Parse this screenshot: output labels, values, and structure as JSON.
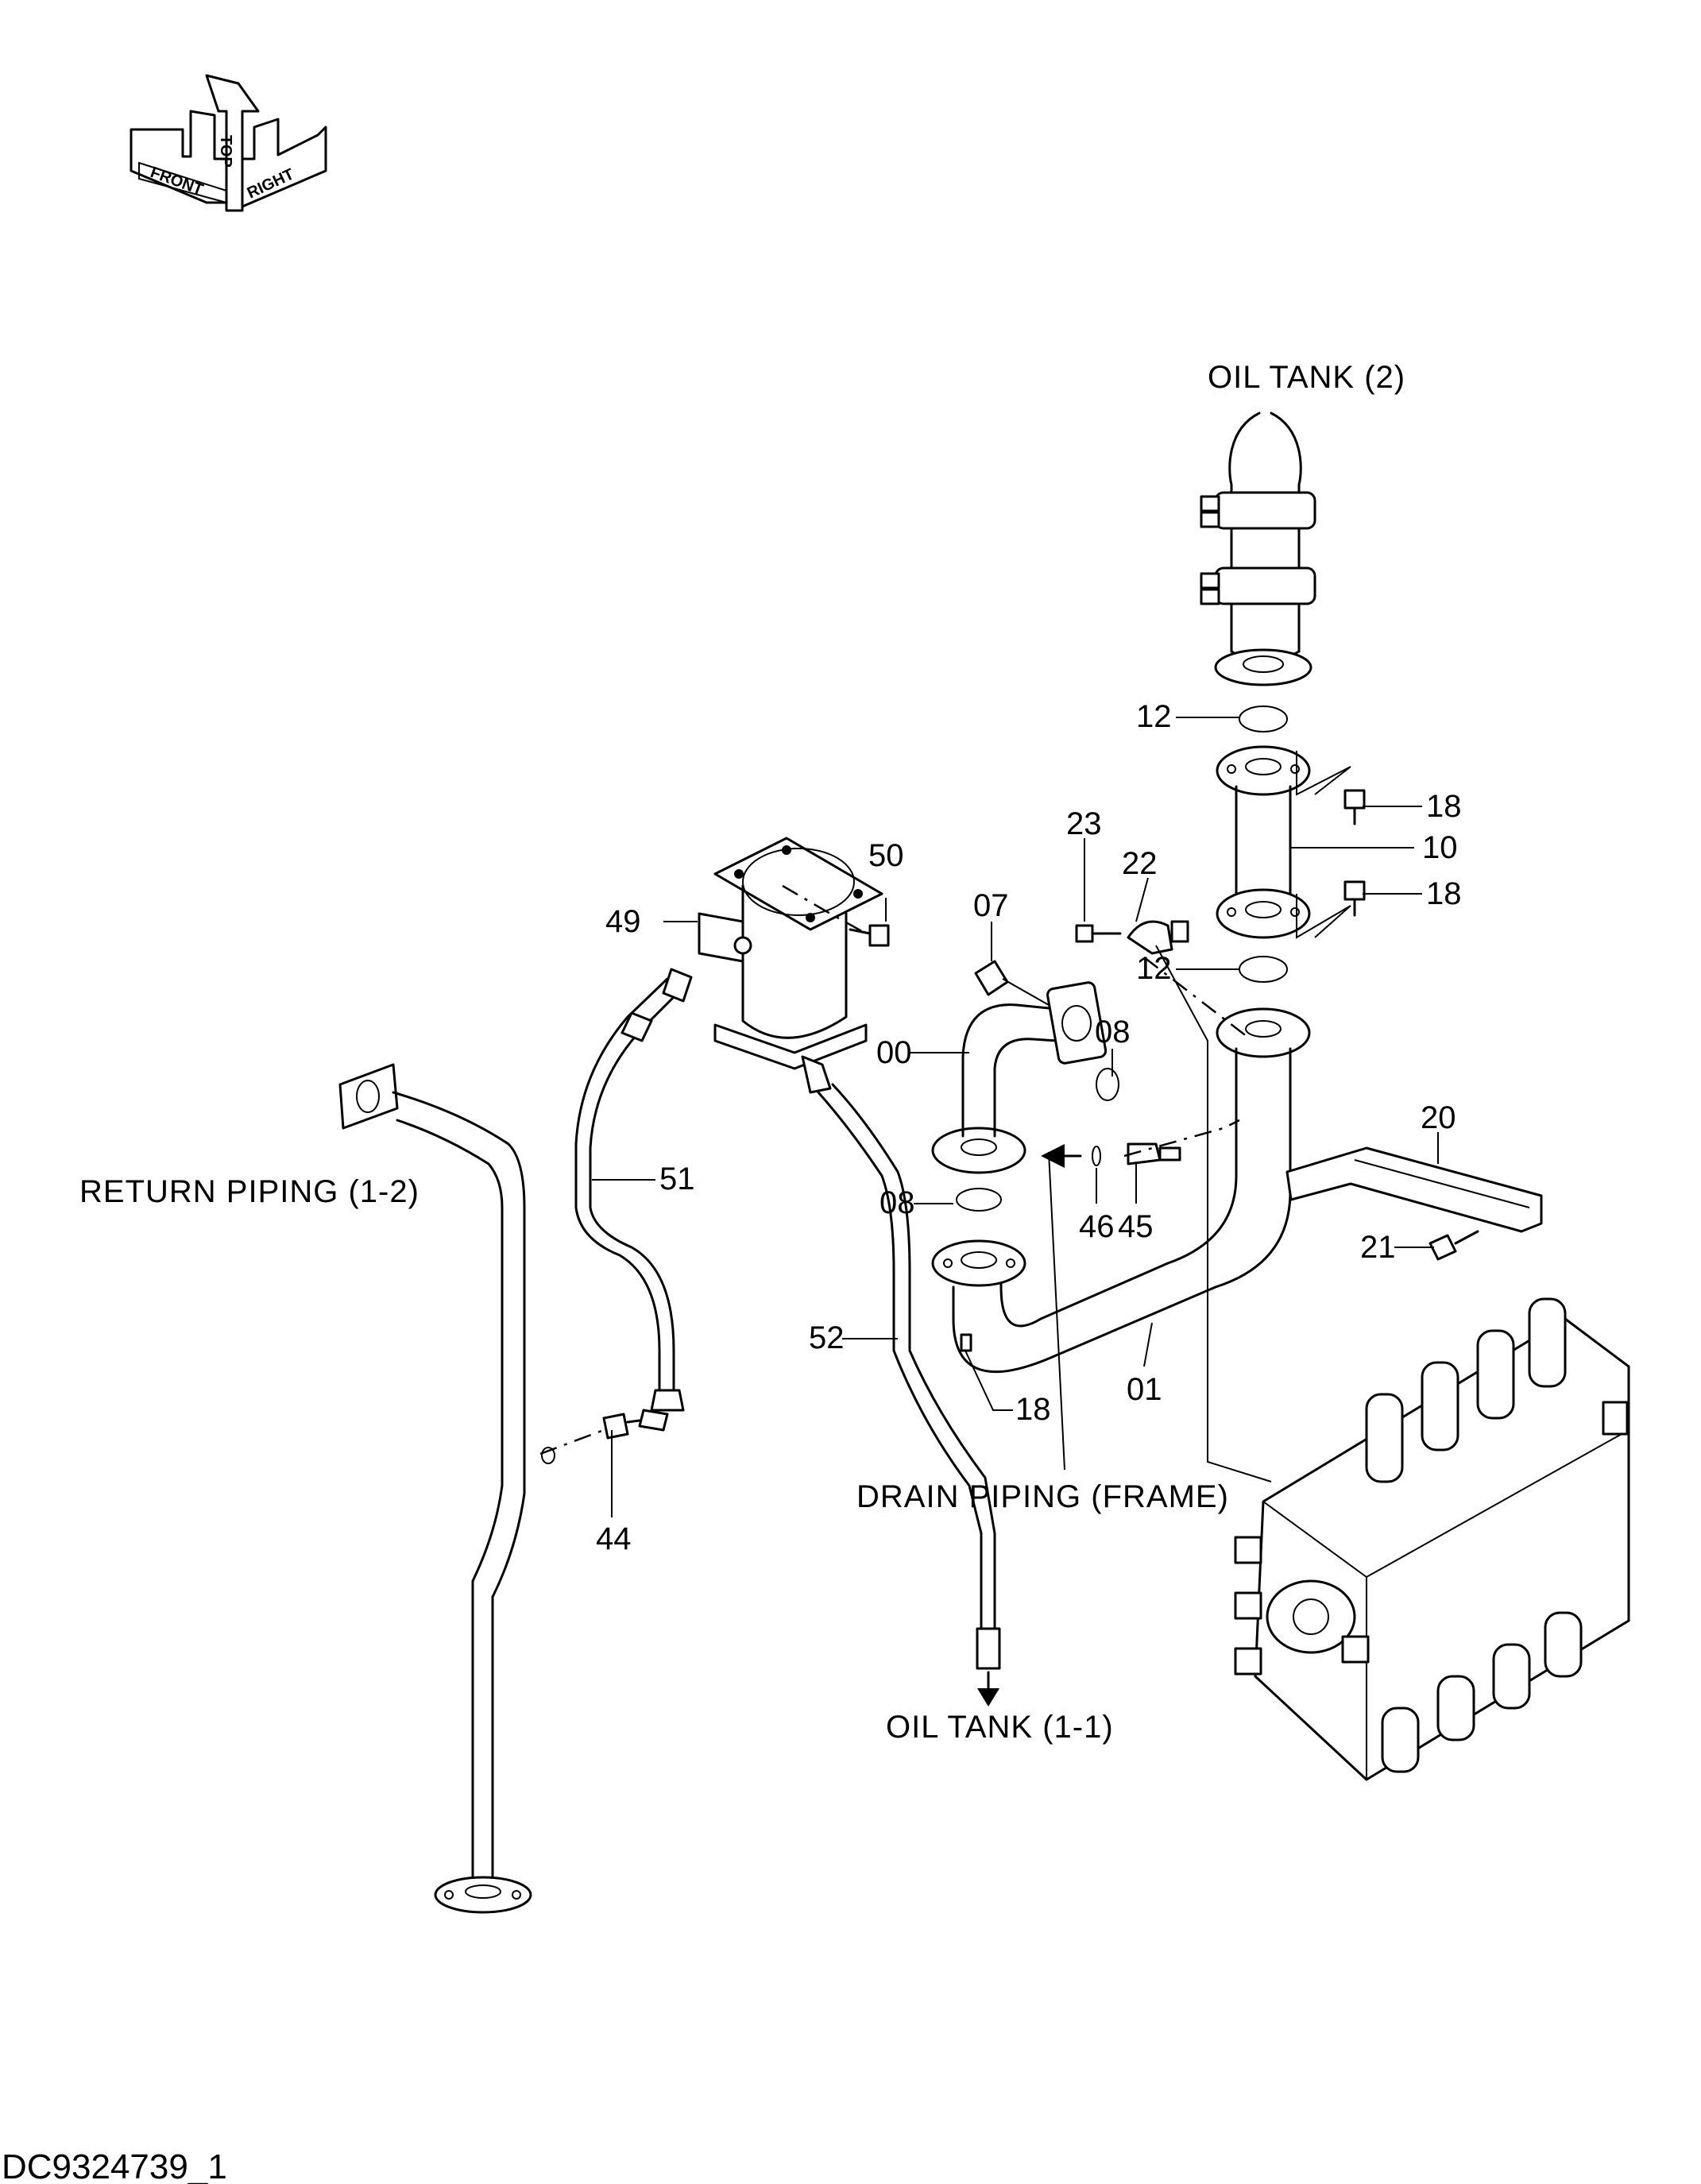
{
  "compass": {
    "front": "FRONT",
    "top": "TOP",
    "right": "RIGHT"
  },
  "captions": {
    "oil_tank_2": "OIL TANK (2)",
    "return_piping": "RETURN  PIPING  (1-2)",
    "drain_piping": "DRAIN  PIPING  (FRAME)",
    "oil_tank_1_1": "OIL TANK (1-1)"
  },
  "callouts": {
    "p12a": "12",
    "p12b": "12",
    "p18a": "18",
    "p18b": "18",
    "p18c": "18",
    "p10": "10",
    "p23": "23",
    "p22": "22",
    "p50": "50",
    "p49": "49",
    "p07": "07",
    "p08a": "08",
    "p08b": "08",
    "p00": "00",
    "p20": "20",
    "p51": "51",
    "p46": "46",
    "p45": "45",
    "p21": "21",
    "p52": "52",
    "p01": "01",
    "p44": "44"
  },
  "footer": {
    "code": "DC9324739_1"
  }
}
